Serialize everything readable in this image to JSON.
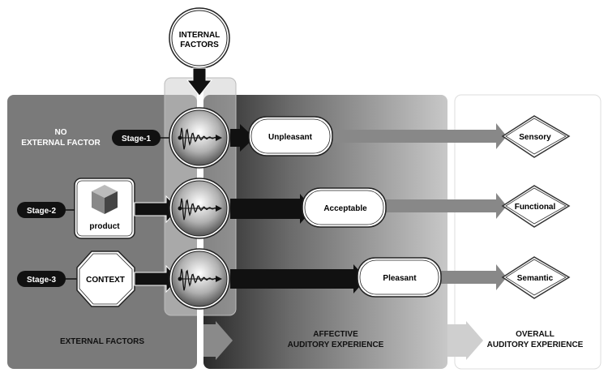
{
  "internal_factors": {
    "line1": "INTERNAL",
    "line2": "FACTORS"
  },
  "no_external": {
    "line1": "NO",
    "line2": "EXTERNAL FACTOR"
  },
  "stages": [
    {
      "label": "Stage-1",
      "factor": "",
      "affective": "Unpleasant",
      "overall": "Sensory"
    },
    {
      "label": "Stage-2",
      "factor": "product",
      "affective": "Acceptable",
      "overall": "Functional"
    },
    {
      "label": "Stage-3",
      "factor": "CONTEXT",
      "affective": "Pleasant",
      "overall": "Semantic"
    }
  ],
  "sections": {
    "external": "EXTERNAL FACTORS",
    "affective": {
      "line1": "AFFECTIVE",
      "line2": "AUDITORY EXPERIENCE"
    },
    "overall": {
      "line1": "OVERALL",
      "line2": "AUDITORY EXPERIENCE"
    }
  },
  "colors": {
    "panel_dark": "#7a7a7a",
    "black": "#111111",
    "arrow_gray": "#8a8a8a"
  }
}
